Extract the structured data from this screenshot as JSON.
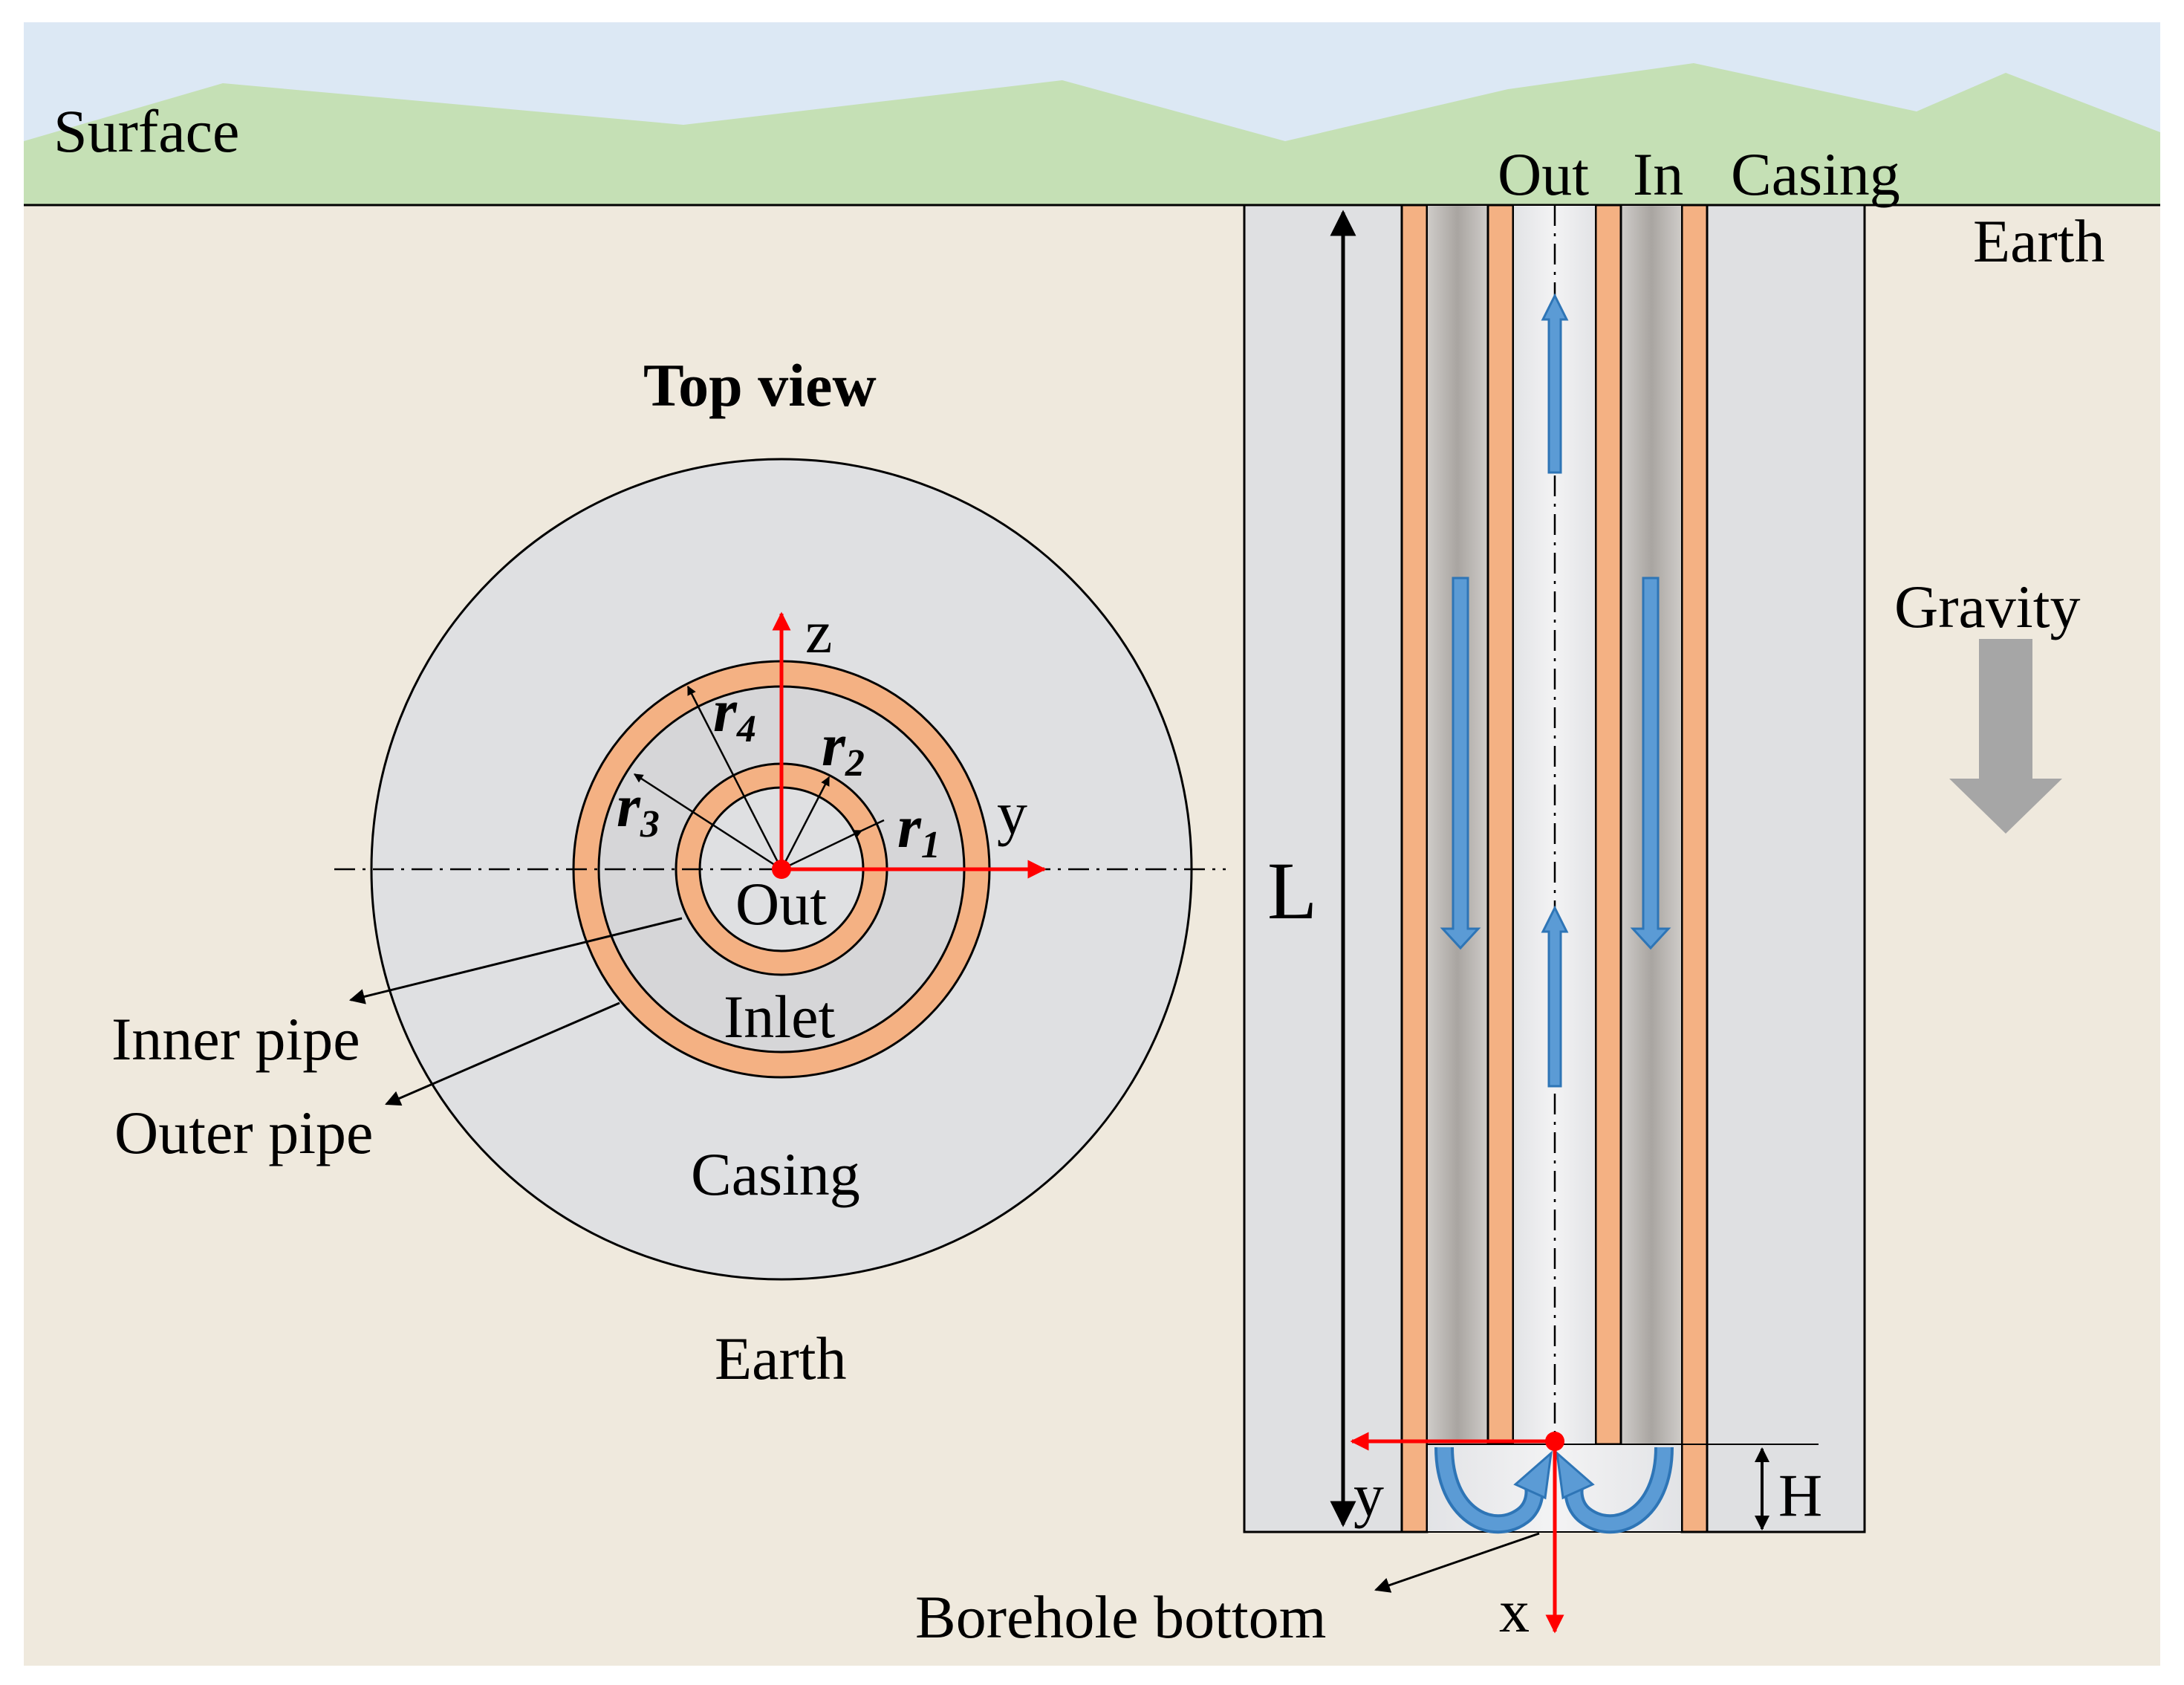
{
  "labels": {
    "surface": "Surface",
    "earth_top": "Earth",
    "out_top": "Out",
    "in_top": "In",
    "casing_top": "Casing",
    "top_view_title": "Top view",
    "axis_z": "z",
    "axis_y_top": "y",
    "r1": "r",
    "r1_sub": "1",
    "r2": "r",
    "r2_sub": "2",
    "r3": "r",
    "r3_sub": "3",
    "r4": "r",
    "r4_sub": "4",
    "out_center": "Out",
    "inlet": "Inlet",
    "casing_center": "Casing",
    "earth_bottom": "Earth",
    "inner_pipe": "Inner pipe",
    "outer_pipe": "Outer pipe",
    "length_L": "L",
    "gravity": "Gravity",
    "axis_y_bottom": "y",
    "height_H": "H",
    "axis_x": "x",
    "borehole_bottom": "Borehole bottom"
  },
  "colors": {
    "sky": "#dce8f4",
    "hills": "#c5e0b5",
    "earth": "#efe9dd",
    "casing": "#dfe0e2",
    "pipe_wall": "#f4b183",
    "annulus_dark": "#b2aeaa",
    "inner_flow": "#e9eaec",
    "flow_arrow": "#5b9bd5",
    "flow_arrow_edge": "#2e75b6",
    "axis_red": "#ff0000",
    "gravity_arrow": "#a6a6a6"
  },
  "icons": {
    "gravity": "gravity-down-arrow-icon",
    "flow_up": "flow-up-arrow-icon",
    "flow_down": "flow-down-arrow-icon",
    "u_turn": "u-turn-arrow-icon",
    "origin": "origin-dot-icon"
  }
}
